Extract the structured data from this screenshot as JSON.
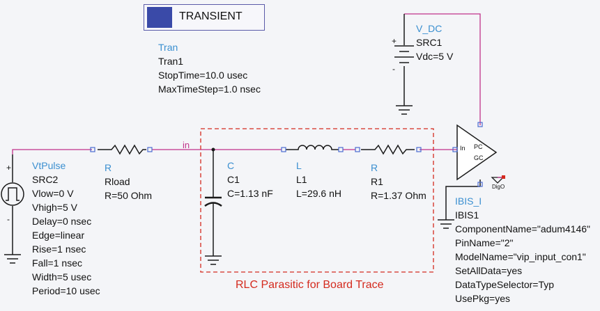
{
  "transient": {
    "title": "TRANSIENT",
    "type": "Tran",
    "instance": "Tran1",
    "stop_time": "StopTime=10.0 usec",
    "max_time_step": "MaxTimeStep=1.0 nsec"
  },
  "vdc": {
    "type": "V_DC",
    "instance": "SRC1",
    "value": "Vdc=5 V"
  },
  "vtpulse": {
    "type": "VtPulse",
    "instance": "SRC2",
    "params": [
      "Vlow=0 V",
      "Vhigh=5 V",
      "Delay=0 nsec",
      "Edge=linear",
      "Rise=1 nsec",
      "Fall=1 nsec",
      "Width=5 usec",
      "Period=10 usec"
    ]
  },
  "rload": {
    "type": "R",
    "instance": "Rload",
    "value": "R=50 Ohm"
  },
  "net_label": "in",
  "c1": {
    "type": "C",
    "instance": "C1",
    "value": "C=1.13 nF"
  },
  "l1": {
    "type": "L",
    "instance": "L1",
    "value": "L=29.6 nH"
  },
  "r1": {
    "type": "R",
    "instance": "R1",
    "value": "R=1.37 Ohm"
  },
  "ibis": {
    "pin_in": "In",
    "pin_pc": "PC",
    "pin_gc": "GC",
    "digo": "DigO",
    "type": "IBIS_I",
    "instance": "IBIS1",
    "params": [
      "ComponentName=\"adum4146\"",
      "PinName=\"2\"",
      "ModelName=\"vip_input_con1\"",
      "SetAllData=yes",
      "DataTypeSelector=Typ",
      "UsePkg=yes"
    ]
  },
  "polarity": {
    "plus": "+",
    "minus": "-"
  },
  "caption": "RLC Parasitic for Board Trace",
  "colors": {
    "wire": "#c0328a",
    "component": "#1a1a1a",
    "text_blue": "#3a8fd0",
    "annotation_red": "#d42a1e",
    "pin": "#4a6ad0"
  }
}
